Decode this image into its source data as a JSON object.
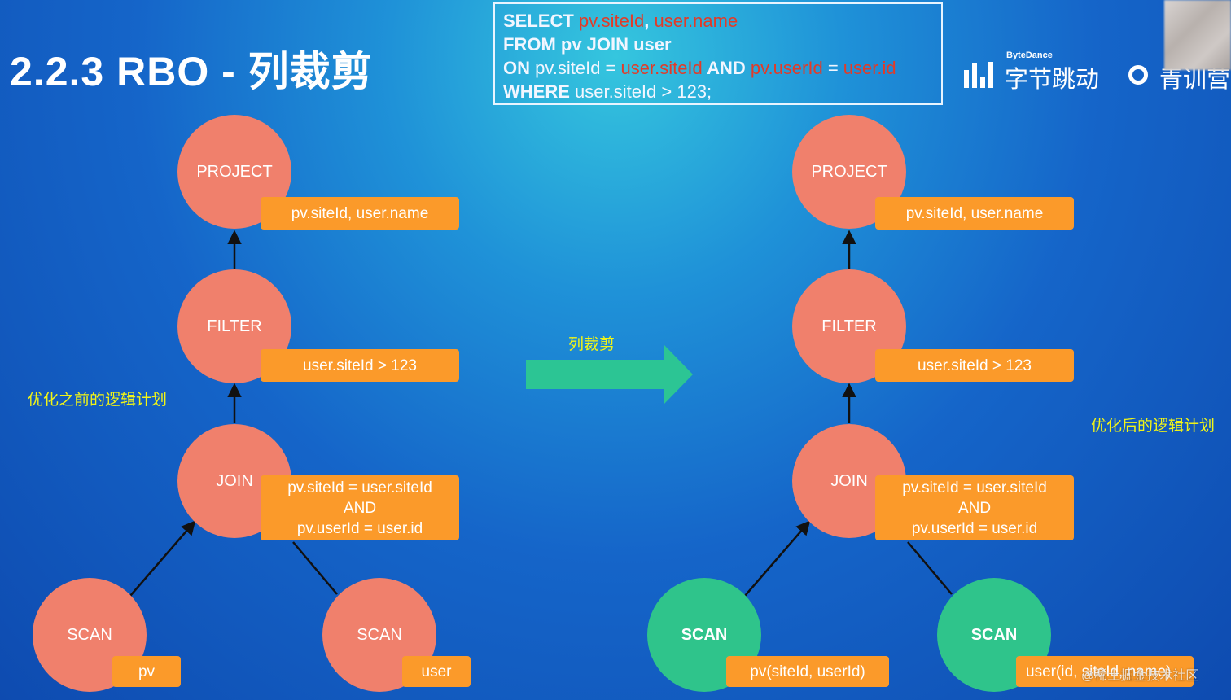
{
  "title": "2.2.3 RBO - 列裁剪",
  "sql": {
    "line1_kw": "SELECT ",
    "line1_a": "pv.siteId",
    "line1_sep": ", ",
    "line1_b": "user.name",
    "line2": "FROM pv JOIN user",
    "line3_kw": "ON ",
    "line3_a": "pv.siteId = ",
    "line3_b": "user.siteId",
    "line3_and": " AND ",
    "line3_c": "pv.userId",
    "line3_eq": " = ",
    "line3_d": "user.id",
    "line4_kw": "WHERE ",
    "line4_rest": "user.siteId > 123;"
  },
  "brand": {
    "small": "ByteDance",
    "main": "字节跳动",
    "icon": "bytedance-logo"
  },
  "camp": {
    "text": "青训营",
    "icon": "camp-logo"
  },
  "labels": {
    "before": "优化之前的逻辑计划",
    "after": "优化后的逻辑计划",
    "arrow": "列裁剪"
  },
  "before_plan": {
    "project": {
      "name": "PROJECT",
      "detail": "pv.siteId, user.name"
    },
    "filter": {
      "name": "FILTER",
      "detail": "user.siteId > 123"
    },
    "join": {
      "name": "JOIN",
      "detail_1": "pv.siteId = user.siteId",
      "detail_2": "AND",
      "detail_3": "pv.userId = user.id"
    },
    "scan_left": {
      "name": "SCAN",
      "detail": "pv"
    },
    "scan_right": {
      "name": "SCAN",
      "detail": "user"
    }
  },
  "after_plan": {
    "project": {
      "name": "PROJECT",
      "detail": "pv.siteId, user.name"
    },
    "filter": {
      "name": "FILTER",
      "detail": "user.siteId > 123"
    },
    "join": {
      "name": "JOIN",
      "detail_1": "pv.siteId = user.siteId",
      "detail_2": "AND",
      "detail_3": "pv.userId = user.id"
    },
    "scan_left": {
      "name": "SCAN",
      "detail": "pv(siteId, userId)"
    },
    "scan_right": {
      "name": "SCAN",
      "detail": "user(id, siteId, name)"
    }
  },
  "watermark": "@稀土掘金技术社区",
  "colors": {
    "node_red": "#f0806c",
    "node_green": "#2fc48b",
    "tag_orange": "#fb9a2a",
    "highlight_yellow": "#f2f516",
    "arrow_green": "#2cc594",
    "sql_red": "#e23b28"
  }
}
